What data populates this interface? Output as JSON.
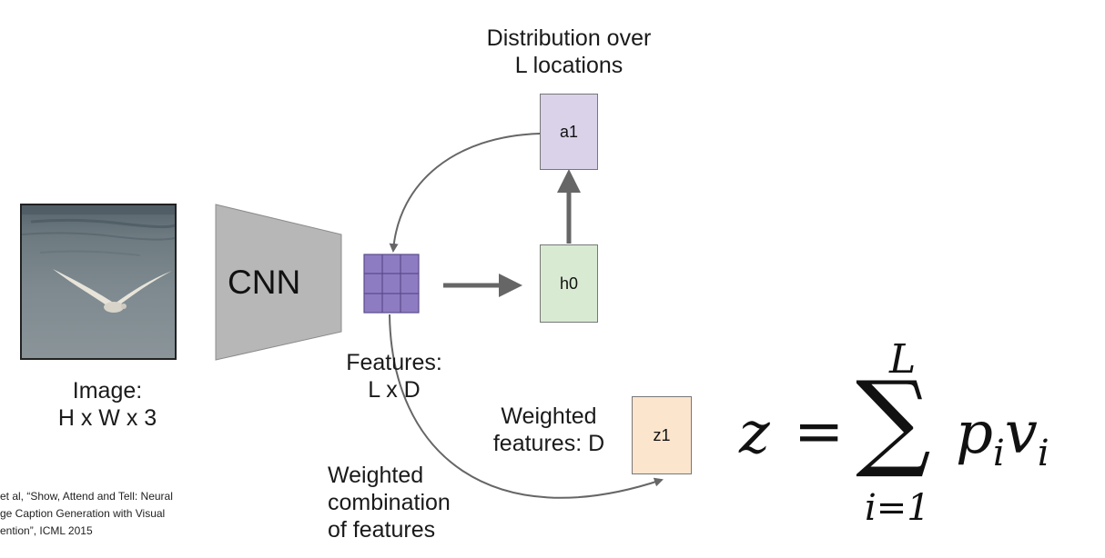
{
  "diagram": {
    "distribution_label": [
      "Distribution over",
      "L locations"
    ],
    "a1_label": "a1",
    "h0_label": "h0",
    "z1_label": "z1",
    "cnn_label": "CNN",
    "image_label": [
      "Image:",
      "H x W x 3"
    ],
    "features_label": [
      "Features:",
      "L x D"
    ],
    "weighted_features_label": [
      "Weighted",
      "features: D"
    ],
    "weighted_combination_label": [
      "Weighted",
      "combination",
      "of features"
    ],
    "citation": [
      "et al, “Show, Attend and Tell: Neural",
      "ge Caption Generation with Visual",
      "ention”, ICML 2015"
    ]
  },
  "formula": {
    "lhs": "z",
    "equals": "=",
    "sum_symbol": "∑",
    "upper_limit": "L",
    "lower_limit": "i=1",
    "summand": "p",
    "summand_sub": "i",
    "summand2": "v",
    "summand2_sub": "i"
  },
  "colors": {
    "a1_fill": "#d9d2e9",
    "h0_fill": "#d9ead3",
    "z1_fill": "#fce5cd",
    "grid_fill": "#8e7cc3",
    "cnn_fill": "#b7b7b7",
    "arrow": "#666666"
  }
}
